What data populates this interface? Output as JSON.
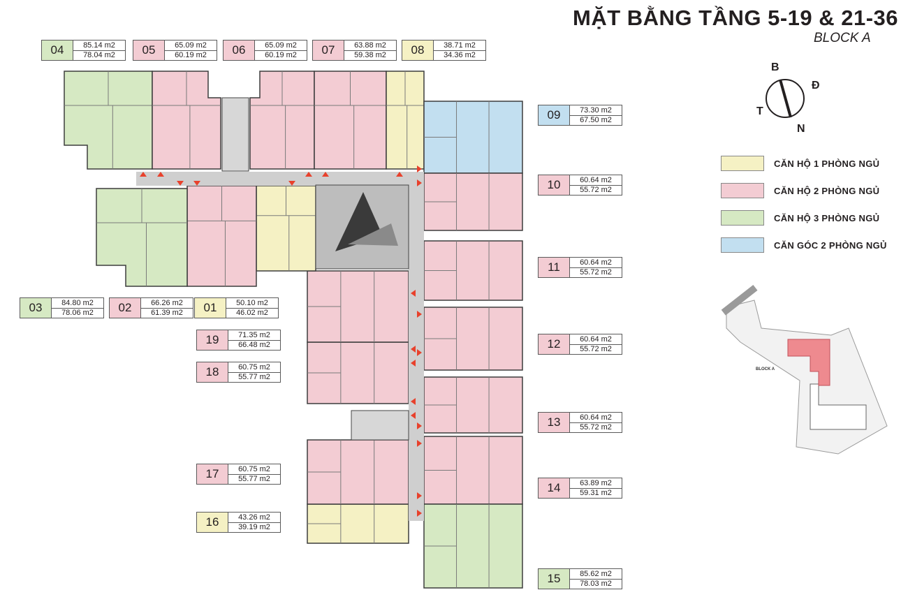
{
  "title": "MẶT BẰNG TẦNG 5-19 & 21-36",
  "subtitle": "BLOCK A",
  "compass": {
    "north_label": "B",
    "east_label": "Đ",
    "west_label": "T",
    "south_label": "N"
  },
  "legend": [
    {
      "label": "CĂN HỘ 1 PHÒNG NGỦ",
      "color": "#f5f1c4"
    },
    {
      "label": "CĂN HỘ 2 PHÒNG NGỦ",
      "color": "#f3ccd3"
    },
    {
      "label": "CĂN HỘ 3 PHÒNG NGỦ",
      "color": "#d6e9c3"
    },
    {
      "label": "CĂN GÓC 2 PHÒNG NGỦ",
      "color": "#c2dff0"
    }
  ],
  "colors": {
    "one_bed": "#f5f1c4",
    "two_bed": "#f3ccd3",
    "three_bed": "#d6e9c3",
    "corner_two_bed": "#c2dff0",
    "corridor": "#cfcfcf",
    "door_arrow": "#e8412c"
  },
  "units": [
    {
      "no": "04",
      "area1": "85.14  m2",
      "area2": "78.04  m2",
      "type": "three_bed"
    },
    {
      "no": "05",
      "area1": "65.09 m2",
      "area2": "60.19 m2",
      "type": "two_bed"
    },
    {
      "no": "06",
      "area1": "65.09 m2",
      "area2": "60.19 m2",
      "type": "two_bed"
    },
    {
      "no": "07",
      "area1": "63.88 m2",
      "area2": "59.38 m2",
      "type": "two_bed"
    },
    {
      "no": "08",
      "area1": "38.71 m2",
      "area2": "34.36 m2",
      "type": "one_bed"
    },
    {
      "no": "09",
      "area1": "73.30 m2",
      "area2": "67.50 m2",
      "type": "corner_two_bed"
    },
    {
      "no": "10",
      "area1": "60.64 m2",
      "area2": "55.72 m2",
      "type": "two_bed"
    },
    {
      "no": "11",
      "area1": "60.64 m2",
      "area2": "55.72 m2",
      "type": "two_bed"
    },
    {
      "no": "12",
      "area1": "60.64 m2",
      "area2": "55.72 m2",
      "type": "two_bed"
    },
    {
      "no": "13",
      "area1": "60.64 m2",
      "area2": "55.72 m2",
      "type": "two_bed"
    },
    {
      "no": "14",
      "area1": "63.89 m2",
      "area2": "59.31 m2",
      "type": "two_bed"
    },
    {
      "no": "15",
      "area1": "85.62 m2",
      "area2": "78.03 m2",
      "type": "three_bed"
    },
    {
      "no": "16",
      "area1": "43.26 m2",
      "area2": "39.19 m2",
      "type": "one_bed"
    },
    {
      "no": "17",
      "area1": "60.75 m2",
      "area2": "55.77 m2",
      "type": "two_bed"
    },
    {
      "no": "18",
      "area1": "60.75 m2",
      "area2": "55.77 m2",
      "type": "two_bed"
    },
    {
      "no": "19",
      "area1": "71.35 m2",
      "area2": "66.48 m2",
      "type": "two_bed"
    },
    {
      "no": "01",
      "area1": "50.10 m2",
      "area2": "46.02 m2",
      "type": "one_bed"
    },
    {
      "no": "02",
      "area1": "66.26 m2",
      "area2": "61.39 m2",
      "type": "two_bed"
    },
    {
      "no": "03",
      "area1": "84.80 m2",
      "area2": "78.06 m2",
      "type": "three_bed"
    }
  ],
  "locator": {
    "label": "BLOCK A"
  }
}
